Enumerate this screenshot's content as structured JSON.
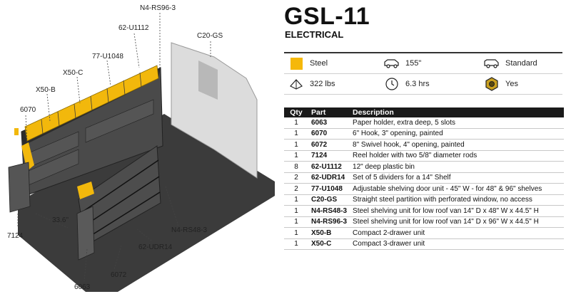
{
  "product": {
    "title": "GSL-11",
    "subtitle": "ELECTRICAL"
  },
  "specs": [
    {
      "icon": "steel-swatch-icon",
      "color": "#f5b80a",
      "text": "Steel"
    },
    {
      "icon": "van-icon",
      "text": "155\""
    },
    {
      "icon": "van-icon",
      "text": "Standard"
    },
    {
      "icon": "weight-icon",
      "text": "322 lbs"
    },
    {
      "icon": "clock-icon",
      "text": "6.3 hrs"
    },
    {
      "icon": "bolt-icon",
      "text": "Yes"
    }
  ],
  "parts_table": {
    "headers": [
      "Qty",
      "Part",
      "Description"
    ],
    "rows": [
      {
        "qty": "1",
        "part": "6063",
        "description": "Paper holder, extra deep, 5 slots"
      },
      {
        "qty": "1",
        "part": "6070",
        "description": "6\" Hook, 3\" opening, painted"
      },
      {
        "qty": "1",
        "part": "6072",
        "description": "8\" Swivel hook, 4\" opening, painted"
      },
      {
        "qty": "1",
        "part": "7124",
        "description": "Reel holder with two 5/8\" diameter rods"
      },
      {
        "qty": "8",
        "part": "62-U1112",
        "description": "12\" deep plastic bin"
      },
      {
        "qty": "2",
        "part": "62-UDR14",
        "description": "Set of 5 dividers for a 14\" Shelf"
      },
      {
        "qty": "2",
        "part": "77-U1048",
        "description": "Adjustable shelving door unit - 45\" W - for 48\" & 96\" shelves"
      },
      {
        "qty": "1",
        "part": "C20-GS",
        "description": "Straight steel partition with perforated window, no access"
      },
      {
        "qty": "1",
        "part": "N4-RS48-3",
        "description": "Steel shelving unit for low roof van 14\" D x 48\" W x 44.5\" H"
      },
      {
        "qty": "1",
        "part": "N4-RS96-3",
        "description": "Steel shelving unit for low roof van 14\" D x 96\" W x 44.5\" H"
      },
      {
        "qty": "1",
        "part": "X50-B",
        "description": "Compact 2-drawer unit"
      },
      {
        "qty": "1",
        "part": "X50-C",
        "description": "Compact 3-drawer unit"
      }
    ]
  },
  "callouts": {
    "n4_rs96_3": "N4-RS96-3",
    "c20_gs": "C20-GS",
    "u1112": "62-U1112",
    "u1048": "77-U1048",
    "x50c": "X50-C",
    "x50b": "X50-B",
    "p6070": "6070",
    "dim": "33.6\"",
    "p7124": "7124",
    "n4_rs48_3": "N4-RS48-3",
    "udr14": "62-UDR14",
    "p6072": "6072",
    "p6063": "6063"
  }
}
